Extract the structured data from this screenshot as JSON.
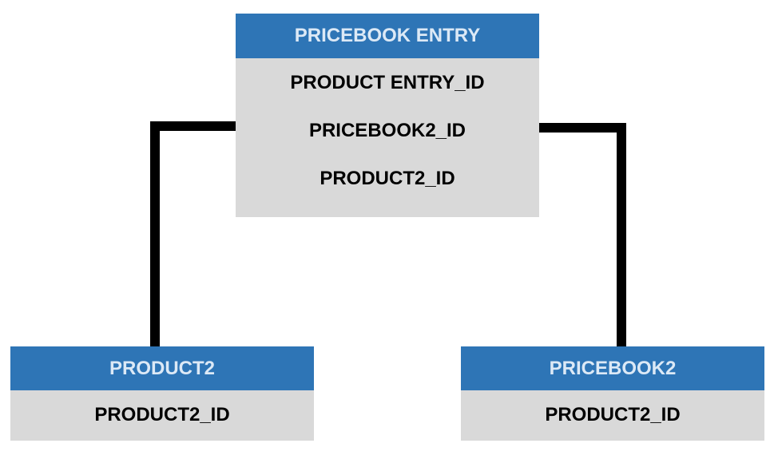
{
  "entities": {
    "pricebook_entry": {
      "title": "PRICEBOOK ENTRY",
      "fields": [
        "PRODUCT ENTRY_ID",
        "PRICEBOOK2_ID",
        "PRODUCT2_ID"
      ]
    },
    "product2": {
      "title": "PRODUCT2",
      "fields": [
        "PRODUCT2_ID"
      ]
    },
    "pricebook2": {
      "title": "PRICEBOOK2",
      "fields": [
        "PRODUCT2_ID"
      ]
    }
  },
  "colors": {
    "header_bg": "#2e75b6",
    "header_text": "#dce9f6",
    "body_bg": "#d9d9d9",
    "connector": "#000000"
  }
}
